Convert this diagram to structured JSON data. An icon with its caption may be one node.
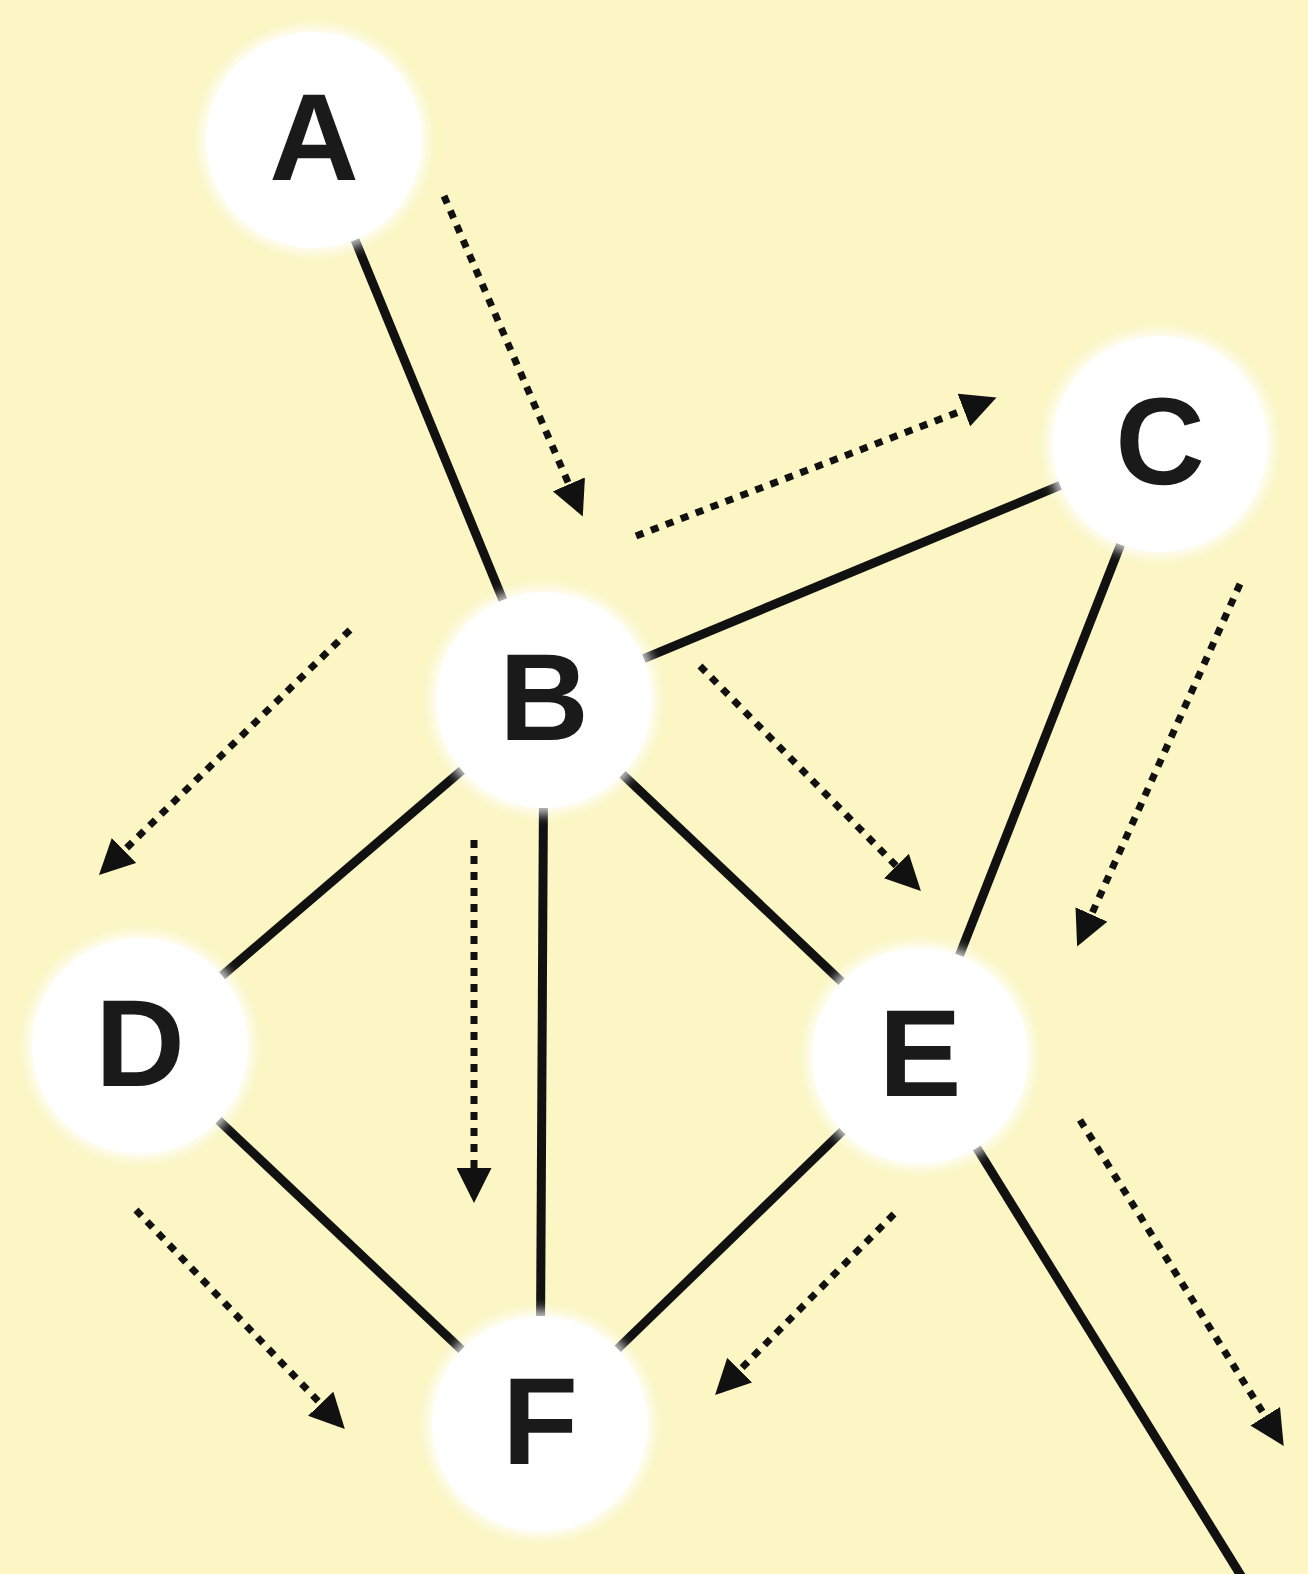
{
  "diagram": {
    "nodes": [
      {
        "text": [
          "A"
        ]
      },
      {
        "text": [
          "B"
        ]
      },
      {
        "text": [
          "C"
        ]
      },
      {
        "text": [
          "D"
        ]
      },
      {
        "text": [
          "E"
        ]
      },
      {
        "text": [
          "F"
        ]
      }
    ],
    "edges": [
      {
        "from": 0,
        "to": 1,
        "arrow": "none"
      },
      {
        "from": 1,
        "to": 2,
        "arrow": "none"
      },
      {
        "from": 1,
        "to": 3,
        "arrow": "none"
      },
      {
        "from": 1,
        "to": 5,
        "arrow": "none"
      },
      {
        "from": 1,
        "to": 4,
        "arrow": "none"
      },
      {
        "from": 2,
        "to": 4,
        "arrow": "none"
      },
      {
        "from": 3,
        "to": 5,
        "arrow": "none"
      },
      {
        "from": 4,
        "to": 5,
        "arrow": "none"
      },
      {
        "from": 4,
        "to": null,
        "arrow": "none"
      }
    ]
  }
}
